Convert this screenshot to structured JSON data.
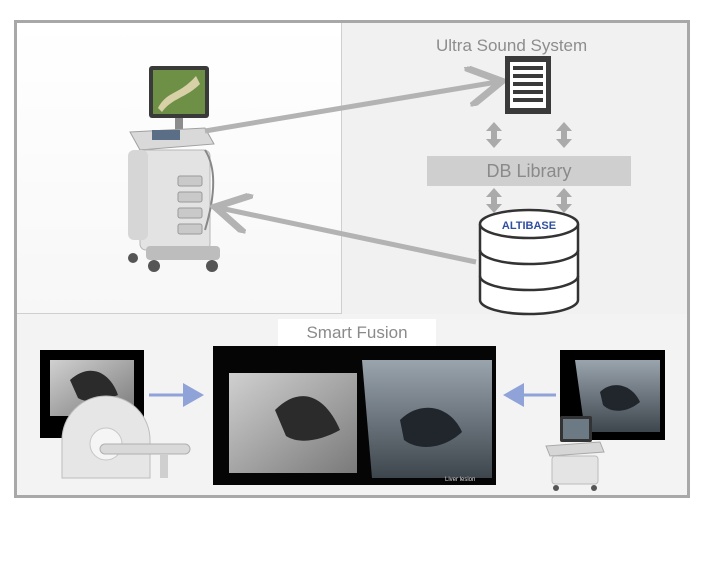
{
  "diagram": {
    "system_title": "Ultra Sound System",
    "db_library_label": "DB Library",
    "database_logo_text": "ALTIBASE",
    "fusion_title": "Smart Fusion",
    "fusion_caption": "Liver lesion"
  },
  "colors": {
    "frame_border": "#a8a8a8",
    "arrow_gray": "#b3b3b3",
    "arrow_blue": "#8fa3d8",
    "logo_blue": "#2f4f9f"
  }
}
